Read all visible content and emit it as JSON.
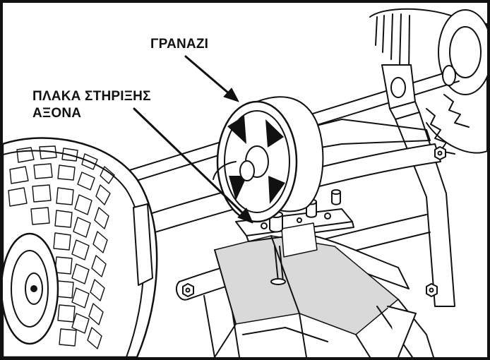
{
  "labels": {
    "gear": "ΓΡΑΝΑΖΙ",
    "plate_line1": "ΠΛΑΚΑ ΣΤΗΡΙΞΗΣ",
    "plate_line2": "ΑΞΟΝΑ"
  },
  "colors": {
    "ink": "#111111",
    "background": "#ffffff",
    "shade": "#d9d9d9"
  }
}
